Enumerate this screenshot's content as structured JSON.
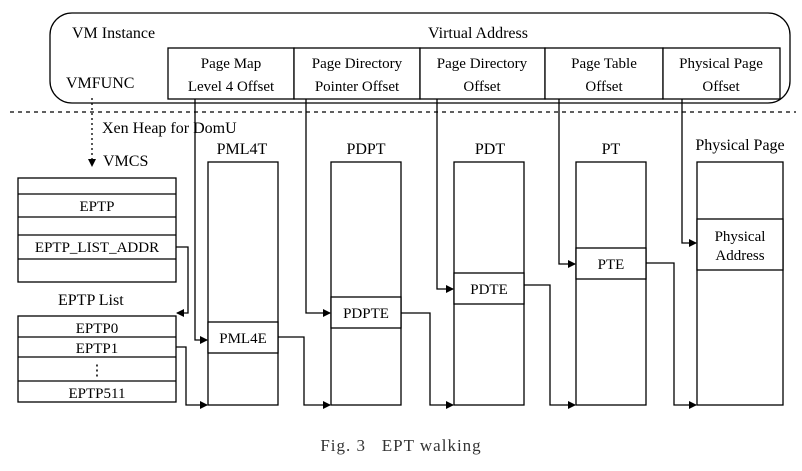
{
  "vm": {
    "instance": "VM Instance",
    "vmfunc": "VMFUNC",
    "virtual_address": "Virtual Address",
    "fields": [
      [
        "Page Map",
        "Level 4 Offset"
      ],
      [
        "Page Directory",
        "Pointer Offset"
      ],
      [
        "Page Directory",
        "Offset"
      ],
      [
        "Page Table",
        "Offset"
      ],
      [
        "Physical Page",
        "Offset"
      ]
    ]
  },
  "xen_heap": "Xen Heap for DomU",
  "vmcs": {
    "title": "VMCS",
    "rows": [
      "EPTP",
      "EPTP_LIST_ADDR"
    ]
  },
  "eptp_list": {
    "title": "EPTP List",
    "rows": [
      "EPTP0",
      "EPTP1",
      "⋮",
      "EPTP511"
    ]
  },
  "tables": [
    {
      "title": "PML4T",
      "entry": [
        "PML4E"
      ]
    },
    {
      "title": "PDPT",
      "entry": [
        "PDPTE"
      ]
    },
    {
      "title": "PDT",
      "entry": [
        "PDTE"
      ]
    },
    {
      "title": "PT",
      "entry": [
        "PTE"
      ]
    },
    {
      "title": "Physical Page",
      "entry": [
        "Physical",
        "Address"
      ]
    }
  ],
  "caption": "Fig. 3   EPT walking"
}
